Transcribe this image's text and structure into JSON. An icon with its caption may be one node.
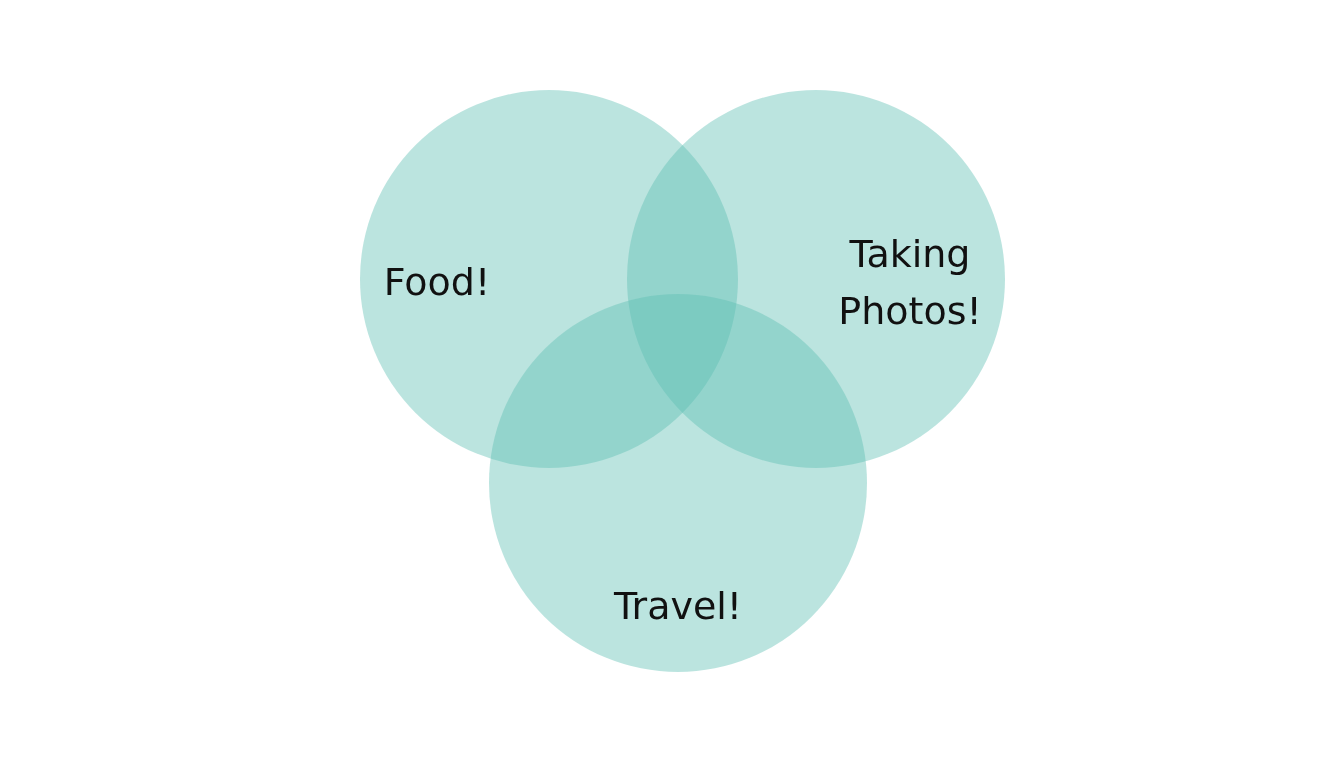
{
  "diagram": {
    "nodes": [
      {
        "text": [
          "Food!"
        ]
      },
      {
        "text": [
          "Taking Photos!"
        ]
      },
      {
        "text": [
          "Travel!"
        ]
      }
    ]
  }
}
